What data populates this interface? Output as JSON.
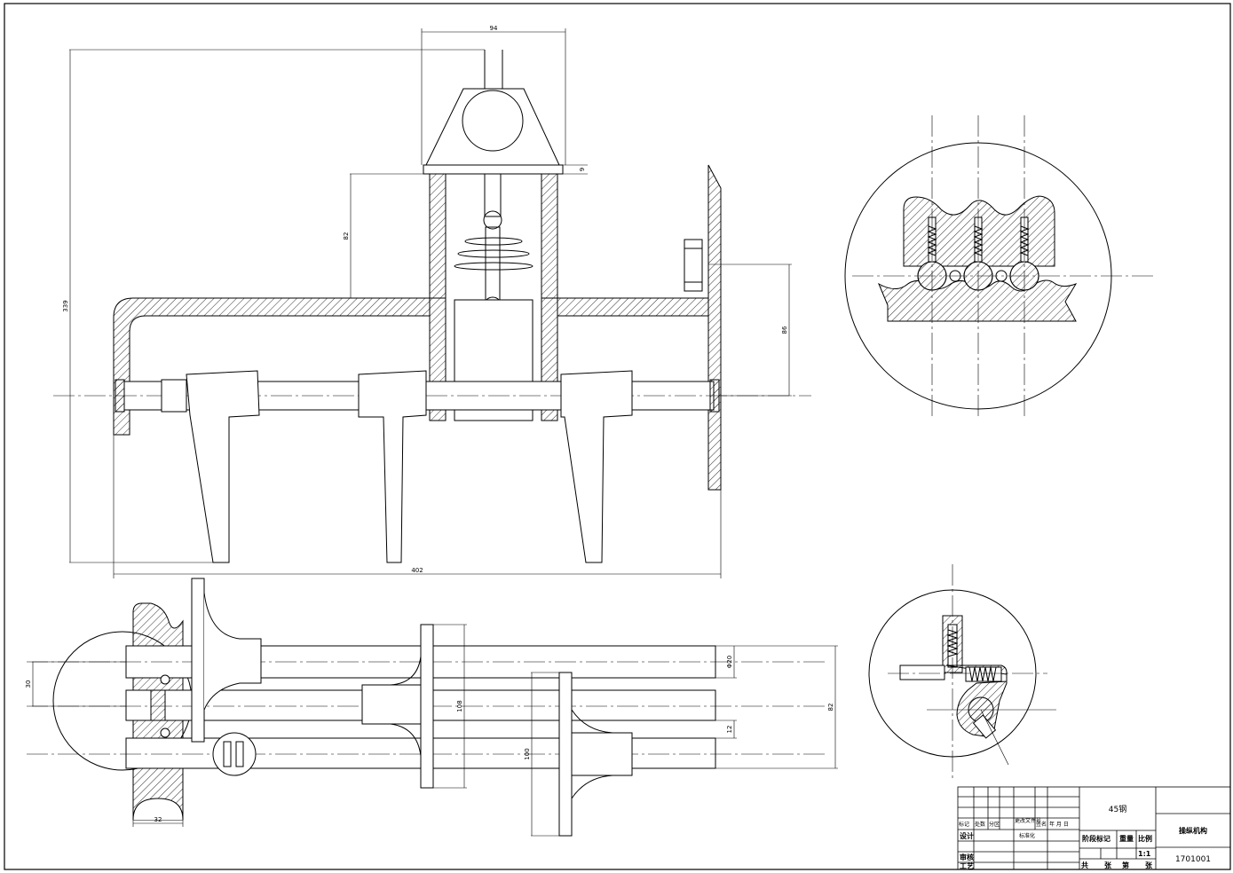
{
  "dimensions": {
    "top_width": "94",
    "top_small": "9",
    "height_82": "82",
    "overall_height": "339",
    "offset_86": "86",
    "overall_width": "402",
    "left_30": "30",
    "shaft_dia": "Φ20",
    "center_108": "108",
    "center_100": "100",
    "side_82": "82",
    "small_12": "12",
    "bottom_32": "32"
  },
  "title_block": {
    "material": "45钢",
    "part_name": "操纵机构",
    "drawing_no": "1701001",
    "scale_header": "比例",
    "scale_value": "1:1",
    "weight_header": "重量",
    "stage_mark": "阶段标记",
    "design": "设计",
    "review": "审核",
    "process": "工艺",
    "standardization": "标准化",
    "header_mark": "标记",
    "header_count": "处数",
    "header_zone": "分区",
    "header_doc": "更改文件号",
    "header_sign": "签名",
    "header_date": "年 月 日",
    "total": "共",
    "sheet_unit": "张",
    "sheet_no": "第",
    "sheet_unit2": "张"
  }
}
